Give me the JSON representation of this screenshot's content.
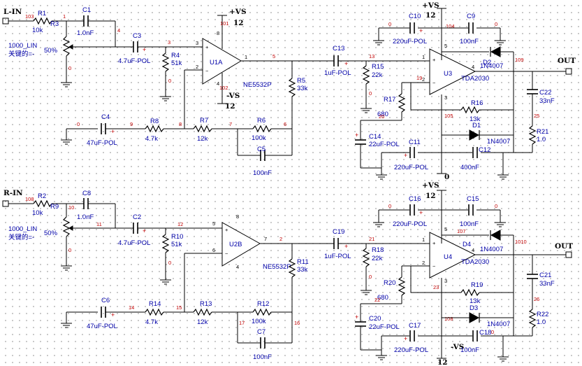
{
  "ports": {
    "l_in": "L-IN",
    "r_in": "R-IN",
    "out_top": "OUT",
    "out_bottom": "OUT",
    "vs_pos_top": "+VS",
    "vs_pos_top_val": "12",
    "vs_neg_top": "-VS",
    "vs_neg_top_val": "12",
    "vs_pos_amp1": "+VS",
    "vs_pos_amp1_val": "12",
    "vs_pos_amp2": "+VS",
    "vs_pos_amp2_val": "12",
    "vs_neg_amp2": "-VS",
    "vs_neg_amp2_val": "12"
  },
  "components": {
    "R1": {
      "ref": "R1",
      "value": "10k"
    },
    "R2": {
      "ref": "R2",
      "value": "10k"
    },
    "R3": {
      "ref": "R3",
      "value": "1000_LIN",
      "note": "关键的=-",
      "pct": "50%"
    },
    "R9": {
      "ref": "R9",
      "value": "1000_LIN",
      "note": "关键的=-",
      "pct": "50%"
    },
    "R4": {
      "ref": "R4",
      "value": "51k"
    },
    "R10": {
      "ref": "R10",
      "value": "51k"
    },
    "R5": {
      "ref": "R5",
      "value": "33k"
    },
    "R11": {
      "ref": "R11",
      "value": "33k"
    },
    "R6": {
      "ref": "R6",
      "value": "100k"
    },
    "R12": {
      "ref": "R12",
      "value": "100k"
    },
    "R7": {
      "ref": "R7",
      "value": "12k"
    },
    "R13": {
      "ref": "R13",
      "value": "12k"
    },
    "R8": {
      "ref": "R8",
      "value": "4.7k"
    },
    "R14": {
      "ref": "R14",
      "value": "4.7k"
    },
    "R15": {
      "ref": "R15",
      "value": "22k"
    },
    "R18": {
      "ref": "R18",
      "value": "22k"
    },
    "R16": {
      "ref": "R16",
      "value": "13k"
    },
    "R19": {
      "ref": "R19",
      "value": "13k"
    },
    "R17": {
      "ref": "R17",
      "value": "680"
    },
    "R20": {
      "ref": "R20",
      "value": "680"
    },
    "R21": {
      "ref": "R21",
      "value": "1.0"
    },
    "R22": {
      "ref": "R22",
      "value": "1.0"
    },
    "C1": {
      "ref": "C1",
      "value": "1.0nF"
    },
    "C8": {
      "ref": "C8",
      "value": "1.0nF"
    },
    "C2": {
      "ref": "C2",
      "value": "4.7uF-POL"
    },
    "C3": {
      "ref": "C3",
      "value": "4.7uF-POL"
    },
    "C4": {
      "ref": "C4",
      "value": "47uF-POL"
    },
    "C6": {
      "ref": "C6",
      "value": "47uF-POL"
    },
    "C5": {
      "ref": "C5",
      "value": "100nF"
    },
    "C7": {
      "ref": "C7",
      "value": "100nF"
    },
    "C13": {
      "ref": "C13",
      "value": "1uF-POL"
    },
    "C19": {
      "ref": "C19",
      "value": "1uF-POL"
    },
    "C10": {
      "ref": "C10",
      "value": "220uF-POL"
    },
    "C16": {
      "ref": "C16",
      "value": "220uF-POL"
    },
    "C11": {
      "ref": "C11",
      "value": "220uF-POL"
    },
    "C17": {
      "ref": "C17",
      "value": "220uF-POL"
    },
    "C9": {
      "ref": "C9",
      "value": "100nF"
    },
    "C15": {
      "ref": "C15",
      "value": "100nF"
    },
    "C12": {
      "ref": "C12",
      "value": "400nF"
    },
    "C18": {
      "ref": "C18",
      "value": "100nF"
    },
    "C14": {
      "ref": "C14",
      "value": "22uF-POL"
    },
    "C20": {
      "ref": "C20",
      "value": "22uF-POL"
    },
    "C22": {
      "ref": "C22",
      "value": "33nF"
    },
    "C21": {
      "ref": "C21",
      "value": "33nF"
    },
    "U1A": {
      "ref": "U1A",
      "part": "NE5532P"
    },
    "U2B": {
      "ref": "U2B",
      "part": "NE5532P"
    },
    "U3": {
      "ref": "U3",
      "part": "TDA2030"
    },
    "U4": {
      "ref": "U4",
      "part": "TDA2030"
    },
    "D1": {
      "ref": "D1",
      "part": "1N4007"
    },
    "D2": {
      "ref": "D2",
      "part": "1N4007"
    },
    "D3": {
      "ref": "D3",
      "part": "1N4007"
    },
    "D4": {
      "ref": "D4",
      "part": "1N4007"
    }
  },
  "nets": {
    "n103": "103",
    "n1": "1",
    "n4": "4",
    "n3": "3",
    "n0a": "0",
    "n0b": "0",
    "n101": "101",
    "n102": "102",
    "n1b": "1",
    "n5": "5",
    "n0c": "0",
    "n9": "9",
    "n8": "8",
    "n7": "7",
    "n6": "6",
    "n13": "13",
    "n0d": "0",
    "n104": "104",
    "n0e": "0",
    "n0f": "0",
    "n109": "109",
    "n19": "19",
    "n20": "20",
    "n105": "105",
    "n25": "25",
    "n0g": "0",
    "n108a": "108",
    "n10": "10",
    "n11": "11",
    "n12": "12",
    "n0h": "0",
    "n2": "2",
    "n0i": "0",
    "n14": "14",
    "n15": "15",
    "n17": "17",
    "n16": "16",
    "n21": "21",
    "n0j": "0",
    "n0k": "0",
    "n0l": "0",
    "n107": "107",
    "n1010": "1010",
    "n23": "23",
    "n26": "26",
    "n108b": "108",
    "n0m": "0",
    "n22": "22"
  },
  "pins": {
    "u1a_p3": "3",
    "u1a_p2": "2",
    "u1a_p1": "1",
    "u1a_p8": "8",
    "u1a_p4": "4",
    "u2b_p5": "5",
    "u2b_p6": "6",
    "u2b_p7": "7",
    "u2b_p8": "8",
    "u2b_p4": "4",
    "u3_p1": "1",
    "u3_p2": "2",
    "u3_p4": "4",
    "u3_p5": "5",
    "u3_p3": "3",
    "u4_p1": "1",
    "u4_p2": "2",
    "u4_p4": "4",
    "u4_p5": "5",
    "u4_p3": "3"
  }
}
